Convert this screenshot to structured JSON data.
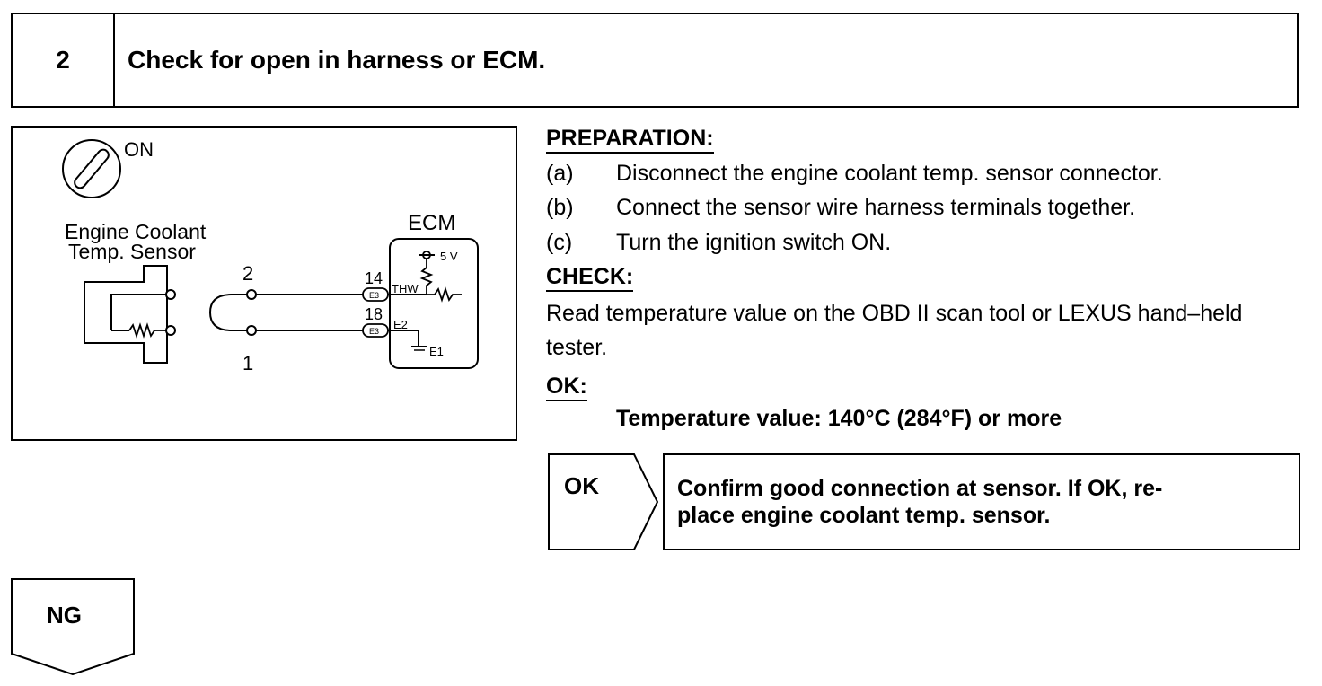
{
  "step": {
    "number": "2",
    "title": "Check for open in harness or ECM."
  },
  "diagram": {
    "ignition_label": "ON",
    "sensor_label_line1": "Engine Coolant",
    "sensor_label_line2": "Temp. Sensor",
    "ecm_label": "ECM",
    "wire_top_label": "2",
    "wire_bottom_label": "1",
    "pin_top": "14",
    "pin_bottom": "18",
    "connector_top": "E3",
    "connector_bottom": "E3",
    "signal_top": "THW",
    "signal_bottom": "E2",
    "voltage_label": "5 V",
    "ground_label": "E1"
  },
  "preparation": {
    "heading": "PREPARATION:",
    "items": [
      {
        "label": "(a)",
        "text": "Disconnect the engine coolant temp. sensor connector."
      },
      {
        "label": "(b)",
        "text": "Connect the sensor wire harness terminals together."
      },
      {
        "label": "(c)",
        "text": "Turn the ignition switch ON."
      }
    ]
  },
  "check": {
    "heading": "CHECK:",
    "text": "Read temperature value on the OBD II scan tool or LEXUS hand–held tester."
  },
  "ok": {
    "heading": "OK:",
    "result": "Temperature value: 140°C (284°F) or more"
  },
  "ok_branch": {
    "label": "OK",
    "line1": "Confirm good connection at sensor. If OK, re-",
    "line2": "place engine coolant temp. sensor."
  },
  "ng_branch": {
    "label": "NG"
  }
}
